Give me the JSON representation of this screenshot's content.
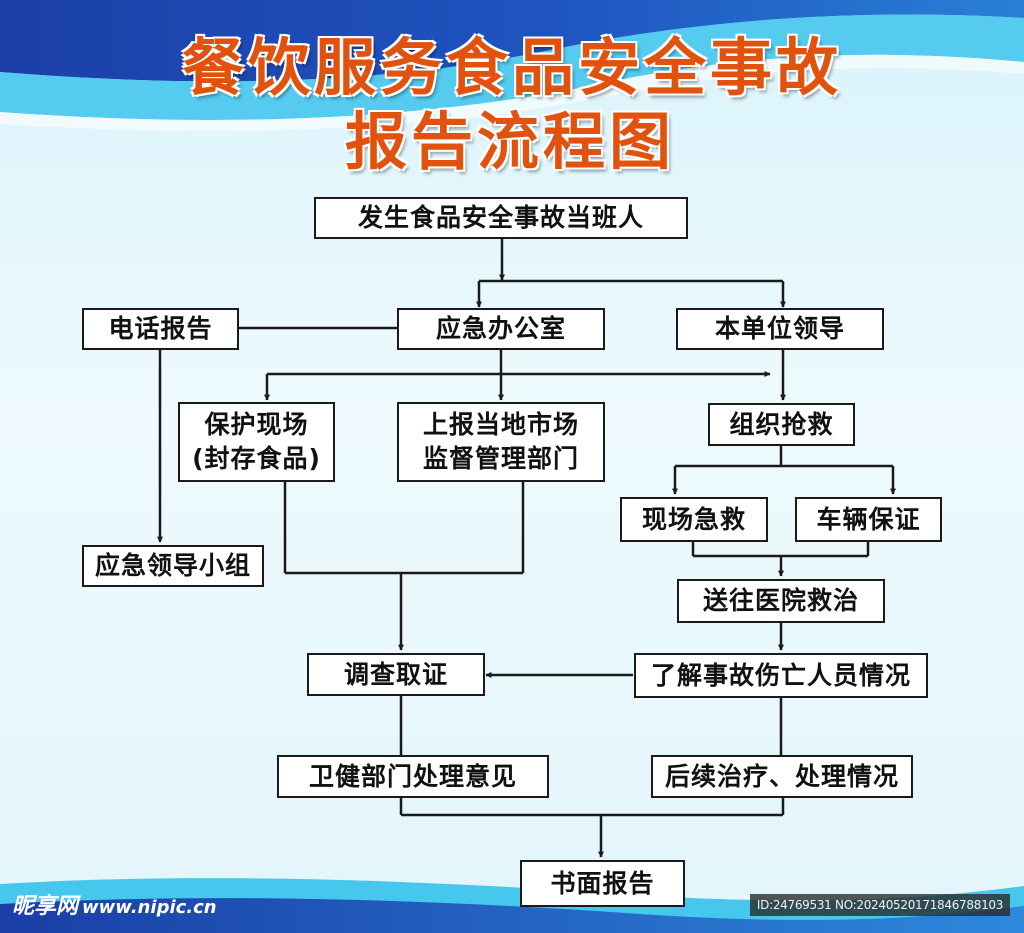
{
  "title": {
    "line1": "餐饮服务食品安全事故",
    "line2": "报告流程图"
  },
  "nodes": {
    "on_duty": "发生食品安全事故当班人",
    "phone_report": "电话报告",
    "emergency_office": "应急办公室",
    "unit_leader": "本单位领导",
    "protect_scene": "保护现场\n(封存食品)",
    "report_market_supervision": "上报当地市场\n监督管理部门",
    "organize_rescue": "组织抢救",
    "onsite_first_aid": "现场急救",
    "vehicle_support": "车辆保证",
    "emergency_leading_group": "应急领导小组",
    "send_to_hospital": "送往医院救治",
    "investigation": "调查取证",
    "casualty_status": "了解事故伤亡人员情况",
    "health_dept_opinion": "卫健部门处理意见",
    "follow_up_treatment": "后续治疗、处理情况",
    "written_report": "书面报告"
  },
  "watermark": {
    "left_brand": "昵享网",
    "left_site": "www.nipic.cn",
    "right_id": "ID:24769531 NO:20240520171846788103"
  },
  "colors": {
    "title": "#e2520f",
    "band_dark": "#1b3fa6",
    "band_light": "#3cc3ec",
    "background": "#e4f6fb",
    "line": "#1a1a1a"
  }
}
